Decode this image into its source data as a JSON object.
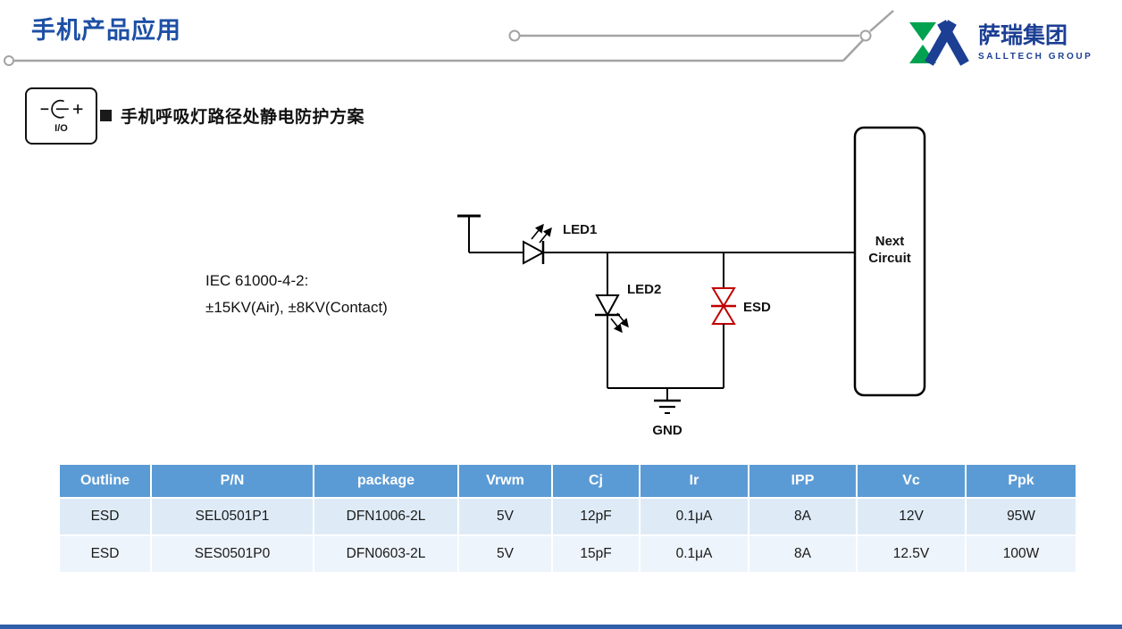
{
  "page": {
    "title": "手机产品应用",
    "io_badge": "I/O",
    "bullet": "■",
    "section_heading": "手机呼吸灯路径处静电防护方案"
  },
  "logo": {
    "name_cn": "萨瑞集团",
    "name_en": "SALLTECH GROUP"
  },
  "diagram": {
    "iec_line1": "IEC 61000-4-2:",
    "iec_line2": "±15KV(Air), ±8KV(Contact)",
    "labels": {
      "led1": "LED1",
      "led2": "LED2",
      "esd": "ESD",
      "gnd": "GND",
      "next_line1": "Next",
      "next_line2": "Circuit"
    }
  },
  "table": {
    "headers": [
      "Outline",
      "P/N",
      "package",
      "Vrwm",
      "Cj",
      "Ir",
      "IPP",
      "Vc",
      "Ppk"
    ],
    "rows": [
      [
        "ESD",
        "SEL0501P1",
        "DFN1006-2L",
        "5V",
        "12pF",
        "0.1μA",
        "8A",
        "12V",
        "95W"
      ],
      [
        "ESD",
        "SES0501P0",
        "DFN0603-2L",
        "5V",
        "15pF",
        "0.1μA",
        "8A",
        "12.5V",
        "100W"
      ]
    ]
  },
  "colors": {
    "title_blue": "#1D4FA5",
    "brand_blue": "#1C3F94",
    "brand_green": "#00A24F",
    "table_header_bg": "#5B9BD5",
    "table_row_odd": "#DEEBF7",
    "table_row_even": "#EEF4FB",
    "esd_red": "#C00000",
    "footer_blue": "#2E5FA8"
  }
}
